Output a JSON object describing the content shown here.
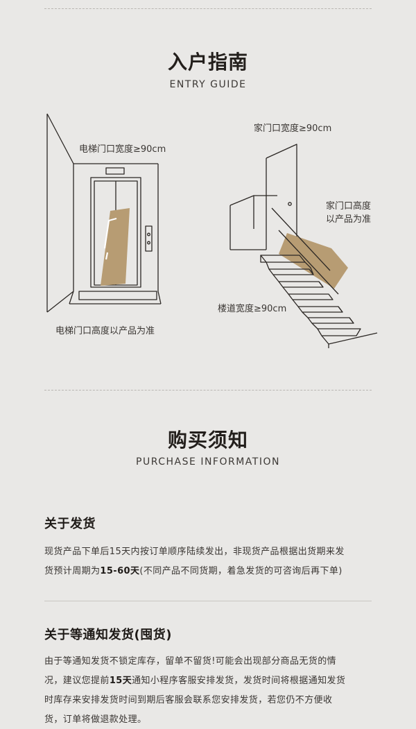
{
  "entry": {
    "title": "入户指南",
    "subtitle": "ENTRY GUIDE",
    "elevator_width": "电梯门口宽度≥90cm",
    "elevator_height": "电梯门口高度以产品为准",
    "door_width": "家门口宽度≥90cm",
    "door_height_line1": "家门口高度",
    "door_height_line2": "以产品为准",
    "stair_width": "楼道宽度≥90cm"
  },
  "purchase": {
    "title": "购买须知",
    "subtitle": "PURCHASE INFORMATION"
  },
  "shipping": {
    "title": "关于发货",
    "p1": "现货产品下单后15天内按订单顺序陆续发出，非现货产品根据出货期来发",
    "p2a": "货预计周期为",
    "p2b": "15-60天",
    "p2c": "(不同产品不同货期，着急发货的可咨询后再下单)"
  },
  "notify": {
    "title": "关于等通知发货(囤货)",
    "l1": "由于等通知发货不锁定库存，留单不留货!可能会出现部分商品无货的情",
    "l2a": "况，建议您提前",
    "l2b": "15天",
    "l2c": "通知小程序客服安排发货，发货时间将根据通知发货",
    "l3": "时库存来安排发货时间到期后客服会联系您安排发货，若您仍不方便收",
    "l4": "货，订单将做退款处理。"
  },
  "colors": {
    "background": "#e9e8e6",
    "product_shape": "#b79c73"
  }
}
